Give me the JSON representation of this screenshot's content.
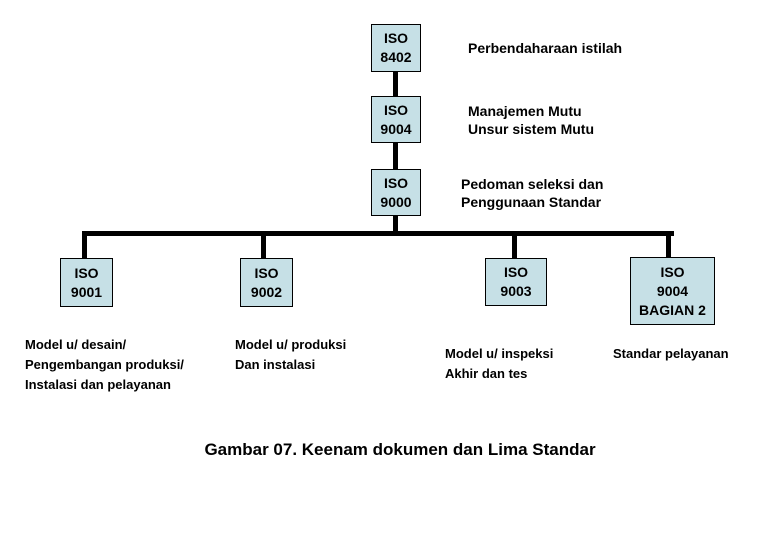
{
  "diagram": {
    "chain": [
      {
        "box": "ISO\n8402",
        "label": "Perbendaharaan istilah"
      },
      {
        "box": "ISO\n9004",
        "label": "Manajemen Mutu\nUnsur sistem Mutu"
      },
      {
        "box": "ISO\n9000",
        "label": "Pedoman seleksi dan\nPenggunaan Standar"
      }
    ],
    "leaves": [
      {
        "box": "ISO\n9001",
        "desc": "Model u/ desain/\nPengembangan produksi/\nInstalasi dan pelayanan"
      },
      {
        "box": "ISO\n9002",
        "desc": "Model u/ produksi\nDan instalasi"
      },
      {
        "box": "ISO\n9003",
        "desc": "Model u/ inspeksi\nAkhir dan tes"
      },
      {
        "box": "ISO\n9004\nBAGIAN 2",
        "desc": "Standar pelayanan"
      }
    ],
    "caption": "Gambar 07. Keenam dokumen dan Lima Standar"
  },
  "colors": {
    "background": "#ffffff",
    "box_fill": "#c6e0e6",
    "box_border": "#000000",
    "connector": "#000000",
    "text": "#000000"
  }
}
